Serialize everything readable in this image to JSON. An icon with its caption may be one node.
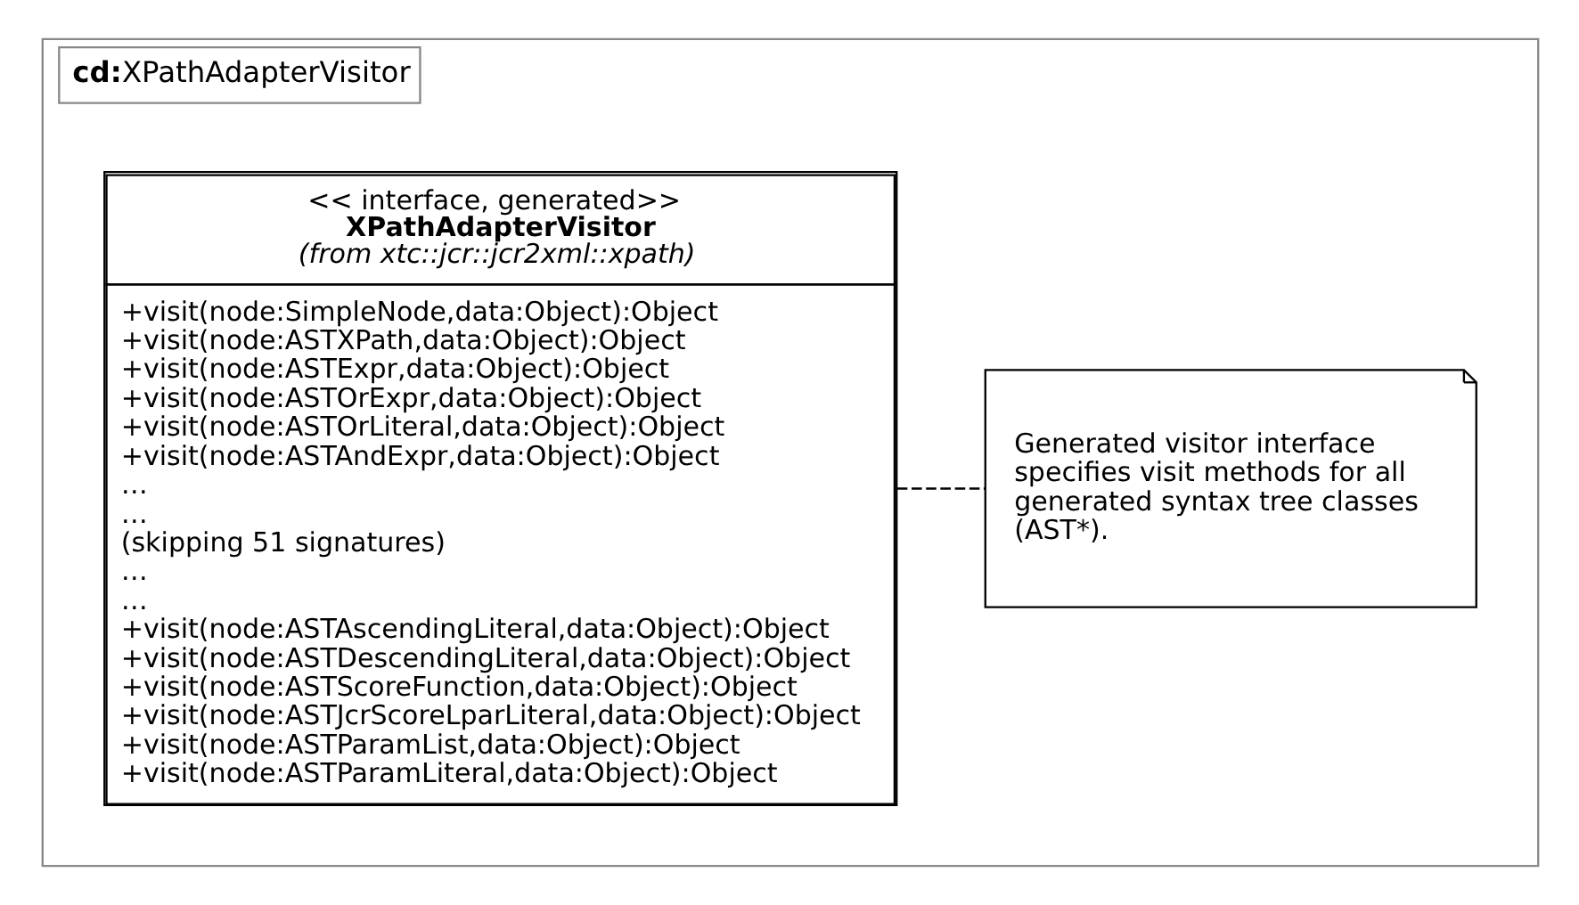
{
  "diagram": {
    "nodes": [
      {
        "text": [
          "**cd:**XPathAdapterVisitor"
        ]
      },
      {
        "text": [
          "<< interface, generated>>",
          "XPathAdapterVisitor",
          "(from xtc::jcr::jcr2xml::xpath)",
          "+visit(node:SimpleNode,data:Object):Object",
          "+visit(node:ASTXPath,data:Object):Object",
          "+visit(node:ASTExpr,data:Object):Object",
          "+visit(node:ASTOrExpr,data:Object):Object",
          "+visit(node:ASTOrLiteral,data:Object):Object",
          "+visit(node:ASTAndExpr,data:Object):Object",
          "…",
          "…",
          "(skipping 51 signatures)",
          "…",
          "…",
          "+visit(node:ASTAscendingLiteral,data:Object):Object",
          "+visit(node:ASTDescendingLiteral,data:Object):Object",
          "+visit(node:ASTScoreFunction,data:Object):Object",
          "+visit(node:ASTJcrScoreLparLiteral,data:Object):Object",
          "+visit(node:ASTParamList,data:Object):Object",
          "+visit(node:ASTParamLiteral,data:Object):Object"
        ],
        "in": 0
      },
      {
        "text": [
          "Generated visitor interface specifies visit methods for all generated syntax tree classes (AST*)."
        ],
        "in": 0
      }
    ],
    "edges": [
      {
        "from": 1,
        "to": 2,
        "arrow": "none",
        "style": "dashed"
      }
    ]
  }
}
